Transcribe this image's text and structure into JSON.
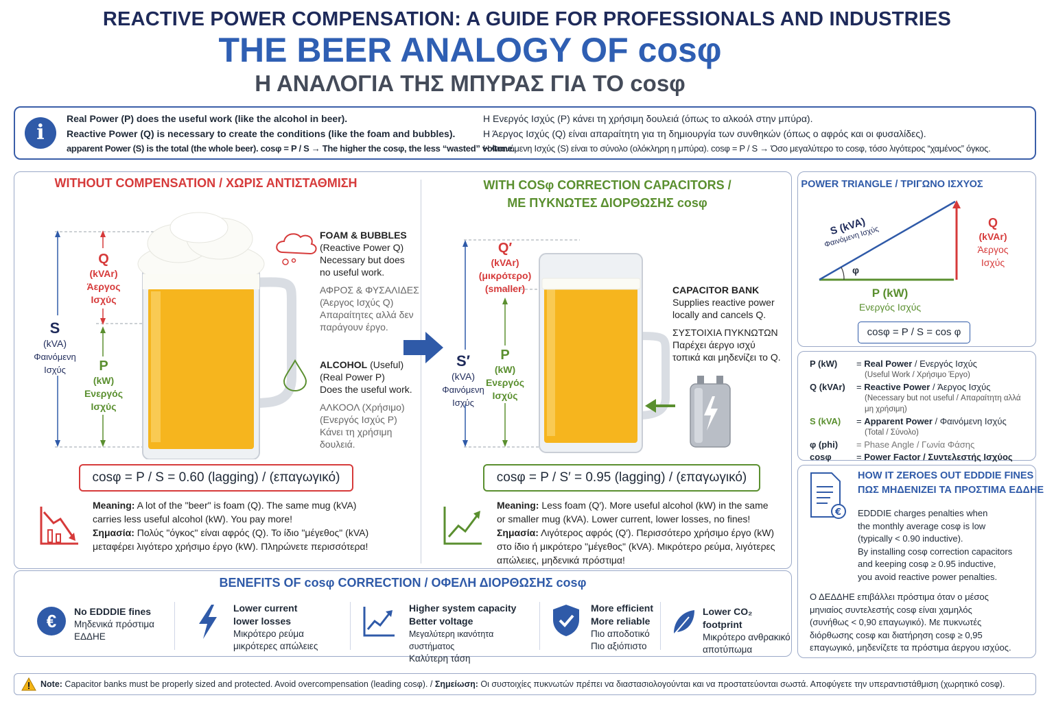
{
  "header": {
    "title": "REACTIVE POWER COMPENSATION: A GUIDE FOR PROFESSIONALS AND INDUSTRIES",
    "subtitle_main": "THE BEER ANALOGY OF",
    "subtitle_cos": "cosφ",
    "subtitle_gr": "Η ΑΝΑΛΟΓΙΑ ΤΗΣ ΜΠΥΡΑΣ ΓΙΑ ΤΟ cosφ"
  },
  "info": {
    "en": [
      "Real Power (P) does the useful work (like the alcohol in beer).",
      "Reactive Power (Q) is necessary to create the conditions (like the foam and bubbles).",
      "apparent Power (S) is the total (the whole beer). cosφ = P / S → The higher the cosφ, the less “wasted” volume."
    ],
    "gr": [
      "Η Ενεργός Ισχύς (P) κάνει τη χρήσιμη δουλειά (όπως το αλκοόλ στην μπύρα).",
      "Η Άεργος Ισχύς (Q) είναι απαραίτητη για τη δημιουργία των συνθηκών (όπως ο αφρός και οι φυσαλίδες).",
      "Η Φαινόμενη Ισχύς (S) είναι το σύνολο (ολόκληρη η μπύρα). cosφ = P / S → Όσο μεγαλύτερο το cosφ, τόσο λιγότερος “χαμένος” όγκος."
    ]
  },
  "without": {
    "title": "WITHOUT COMPENSATION / ΧΩΡΙΣ ΑΝΤΙΣΤΑΘΜΙΣΗ",
    "s_label": [
      "S",
      "(kVA)",
      "Φαινόμενη",
      "Ισχύς"
    ],
    "q_label": [
      "Q",
      "(kVAr)",
      "Άεργος",
      "Ισχύς"
    ],
    "p_label": [
      "P",
      "(kW)",
      "Ενεργός",
      "Ισχύς"
    ],
    "foam_title": "FOAM & BUBBLES",
    "foam_en": [
      "(Reactive Power Q)",
      "Necessary but does",
      "no useful work."
    ],
    "foam_gr": [
      "ΑΦΡΟΣ & ΦΥΣΑΛΙΔΕΣ",
      "(Άεργος Ισχύς Q)",
      "Απαραίτητες αλλά δεν",
      "παράγουν έργο."
    ],
    "alc_title": "ALCOHOL",
    "alc_title_suffix": " (Useful)",
    "alc_en": [
      "(Real Power P)",
      "Does the useful work."
    ],
    "alc_gr": [
      "ΑΛΚΟΟΛ (Χρήσιμο)",
      "(Ενεργός Ισχύς P)",
      "Κάνει τη χρήσιμη δουλειά."
    ],
    "formula": "cosφ = P / S = 0.60 (lagging) / (επαγωγικό)",
    "meaning_label": "Meaning:",
    "meaning_en": " A lot of the \"beer\" is foam (Q). The same mug (kVA) carries less useful alcohol (kW). You pay more!",
    "meaning_gr_label": "Σημασία:",
    "meaning_gr": " Πολύς \"όγκος\" είναι αφρός (Q). Το ίδιο \"μέγεθος\" (kVA) μεταφέρει λιγότερο χρήσιμο έργο (kW). Πληρώνετε περισσότερα!"
  },
  "with": {
    "title_1": "WITH COSφ CORRECTION CAPACITORS /",
    "title_2": "ΜΕ ΠΥΚΝΩΤΕΣ ΔΙΟΡΘΩΣΗΣ cosφ",
    "s_label": [
      "S′",
      "(kVA)",
      "Φαινόμενη",
      "Ισχύς"
    ],
    "q_label": [
      "Q′",
      "(kVAr)",
      "(μικρότερο)",
      "(smaller)"
    ],
    "p_label": [
      "P",
      "(kW)",
      "Ενεργός",
      "Ισχύς"
    ],
    "cap_title": "CAPACITOR BANK",
    "cap_en": [
      "Supplies reactive power",
      "locally and cancels Q."
    ],
    "cap_gr": [
      "ΣΥΣΤΟΙΧΙΑ ΠΥΚΝΩΤΩΝ",
      "Παρέχει άεργο ισχύ",
      "τοπικά και μηδενίζει το Q."
    ],
    "formula": "cosφ = P / S′ = 0.95 (lagging) / (επαγωγικό)",
    "meaning_label": "Meaning:",
    "meaning_en": " Less foam (Q′). More useful alcohol (kW) in the same or smaller mug (kVA). Lower current, lower losses, no fines!",
    "meaning_gr_label": "Σημασία:",
    "meaning_gr": " Λιγότερος αφρός (Q′). Περισσότερο χρήσιμο έργο (kW) στο ίδιο ή μικρότερο \"μέγεθος\" (kVA). Μικρότερο ρεύμα, λιγότερες απώλειες, μηδενικά πρόστιμα!"
  },
  "triangle": {
    "title": "POWER TRIANGLE / ΤΡΙΓΩΝΟ ΙΣΧΥΟΣ",
    "s": "S (kVA)",
    "s_gr": "Φαινόμενη Ισχύς",
    "q": [
      "Q",
      "(kVAr)",
      "Άεργος",
      "Ισχύς"
    ],
    "p": "P (kW)",
    "p_gr": "Ενεργός Ισχύς",
    "phi": "φ",
    "formula": "cosφ = P / S = cos φ"
  },
  "legend": [
    {
      "sym": "P  (kW)",
      "def_b": "Real Power",
      "def": " / Ενεργός Ισχύς",
      "sub": "(Useful Work / Χρήσιμο Έργο)"
    },
    {
      "sym": "Q  (kVAr)",
      "def_b": "Reactive Power",
      "def": " / Άεργος Ισχύς",
      "sub": "(Necessary but not useful / Απαραίτητη αλλά μη χρήσιμη)"
    },
    {
      "sym": "S  (kVA)",
      "def_b": "Apparent Power",
      "def": " / Φαινόμενη Ισχύς",
      "sub": "(Total / Σύνολο)"
    },
    {
      "sym": "φ  (phi)",
      "def_b": "",
      "def": "Phase Angle / Γωνία Φάσης",
      "sub": ""
    },
    {
      "sym": "cosφ",
      "def_b": "Power Factor / Συντελεστής Ισχύος",
      "def": "",
      "sub": ""
    }
  ],
  "fines": {
    "title_en": "HOW IT ZEROES OUT EDDDIE FINES",
    "title_gr": "ΠΩΣ ΜΗΔΕΝΙΖΕΙ ΤΑ ΠΡΟΣΤΙΜΑ ΕΔΔΗΕ",
    "en": [
      "EDDDIE charges penalties when",
      "the monthly average cosφ is low",
      "(typically < 0.90 inductive).",
      "By installing cosφ correction capacitors",
      "and keeping cosφ ≥ 0.95 inductive,",
      "you avoid reactive power penalties."
    ],
    "gr": [
      "Ο ΔΕΔΔΗΕ επιβάλλει πρόστιμα όταν ο μέσος",
      "μηνιαίος συντελεστής cosφ είναι χαμηλός",
      "(συνήθως < 0,90 επαγωγικό). Με πυκνωτές",
      "διόρθωσης cosφ και διατήρηση cosφ ≥ 0,95",
      "επαγωγικό, μηδενίζετε τα πρόστιμα άεργου ισχύος."
    ]
  },
  "benefits": {
    "title": "BENEFITS OF cosφ CORRECTION / ΟΦΕΛΗ ΔΙΟΡΘΩΣΗΣ cosφ",
    "items": [
      {
        "l1": "No EDDDIE fines",
        "l2": "",
        "g1": "Μηδενικά πρόστιμα",
        "g2": "ΕΔΔΗΕ"
      },
      {
        "l1": "Lower current",
        "l2": "lower losses",
        "g1": "Μικρότερο ρεύμα",
        "g2": "μικρότερες απώλειες"
      },
      {
        "l1": "Higher system capacity",
        "l2": "Better voltage",
        "g1": "Μεγαλύτερη ικανότητα συστήματος",
        "g2": "Καλύτερη τάση"
      },
      {
        "l1": "More efficient",
        "l2": "More reliable",
        "g1": "Πιο αποδοτικό",
        "g2": "Πιο αξιόπιστο"
      },
      {
        "l1": "Lower CO₂ footprint",
        "l2": "",
        "g1": "Μικρότερο ανθρακικό",
        "g2": "αποτύπωμα"
      }
    ]
  },
  "note": {
    "label": "Note:",
    "text": " Capacitor banks must be properly sized and protected. Avoid overcompensation (leading cosφ). / ",
    "label_gr": "Σημείωση:",
    "text_gr": " Οι συστοιχίες πυκνωτών πρέπει να διαστασιολογούνται και να προστατεύονται σωστά. Αποφύγετε την υπεραντιστάθμιση (χωρητικό cosφ)."
  },
  "colors": {
    "red": "#d63a3a",
    "green": "#5a8f2f",
    "blue": "#2f5aa8",
    "navy": "#1e2a5a",
    "beer": "#f6b51e"
  }
}
